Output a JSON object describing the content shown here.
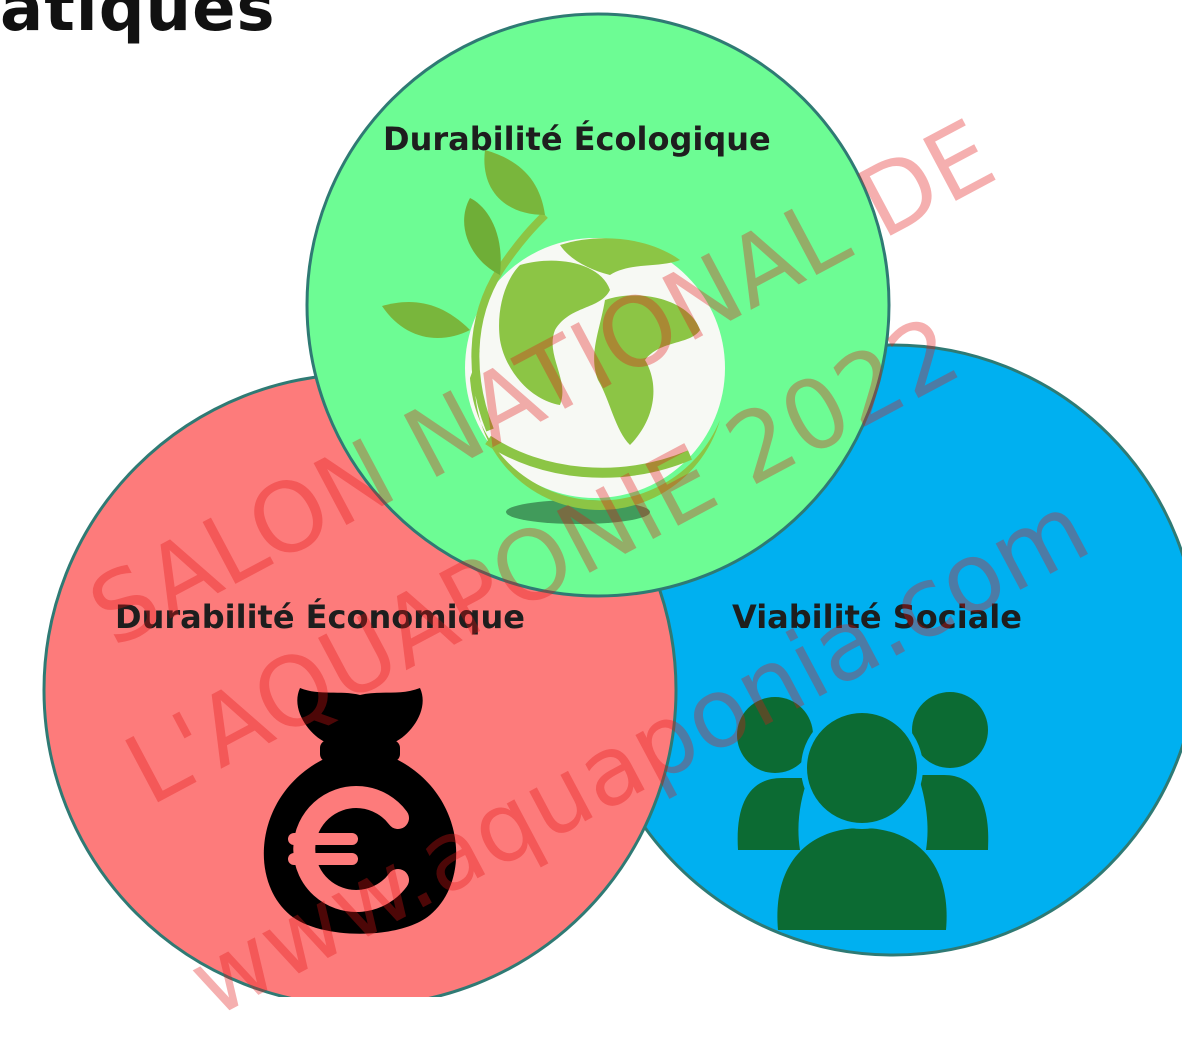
{
  "header": {
    "title": "atiques"
  },
  "circles": {
    "ecological": {
      "label": "Durabilité Écologique",
      "color": "#6dfc94",
      "icon": "earth-leaves-icon"
    },
    "economic": {
      "label": "Durabilité Économique",
      "color": "#fd7b7b",
      "icon": "euro-money-bag-icon"
    },
    "social": {
      "label": "Viabilité Sociale",
      "color": "#00b0f0",
      "icon": "people-group-icon"
    }
  },
  "colors": {
    "circle_outline": "#2f7a74",
    "earth_green": "#7fc241",
    "money_bag": "#000000",
    "people": "#0c6b33",
    "watermark": "#e11414"
  },
  "watermark": {
    "line1": "SALON NATIONAL DE",
    "line2": "L'AQUAPONIE 2022",
    "line3": "www.aquaponia.com"
  }
}
